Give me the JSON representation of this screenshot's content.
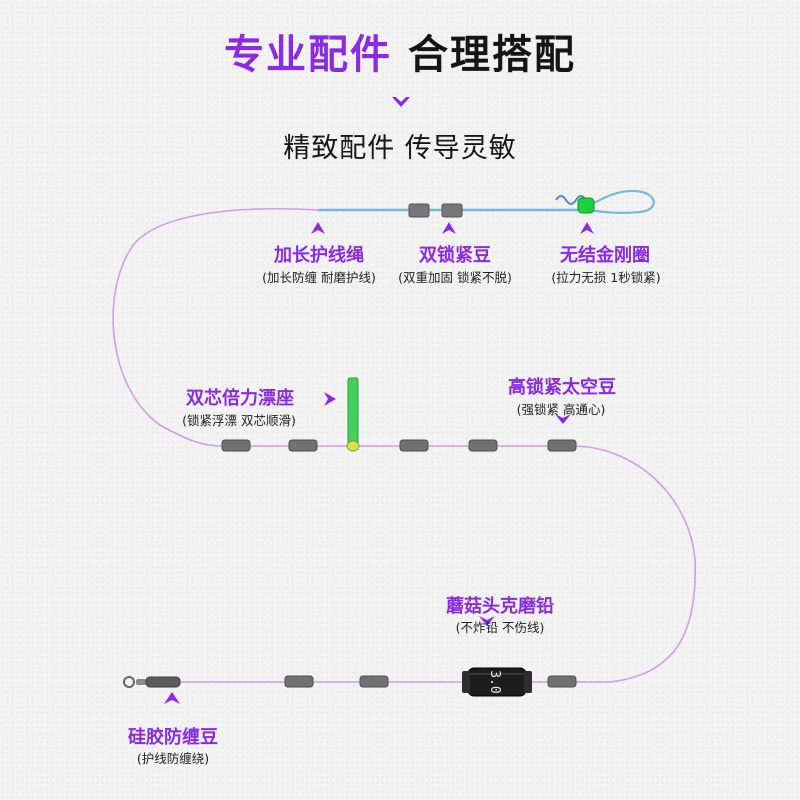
{
  "header": {
    "title_accent": "专业配件",
    "title_dark": "合理搭配",
    "subtitle": "精致配件 传导灵敏"
  },
  "colors": {
    "accent": "#8a2be2",
    "line_pink": "#d39be8",
    "line_blue": "#79b7d9",
    "bead_gray": "#6f6f6f",
    "float_green": "#43d15a",
    "stopper_green": "#1cd23c"
  },
  "parts": [
    {
      "name": "加长护线绳",
      "desc": "(加长防缠 耐磨护线)"
    },
    {
      "name": "双锁紧豆",
      "desc": "(双重加固 锁紧不脱)"
    },
    {
      "name": "无结金刚圈",
      "desc": "(拉力无损 1秒锁紧)"
    },
    {
      "name": "双芯倍力漂座",
      "desc": "(锁紧浮漂 双芯顺滑)"
    },
    {
      "name": "高锁紧太空豆",
      "desc": "(强锁紧 高通心)"
    },
    {
      "name": "蘑菇头克磨铅",
      "desc": "(不炸铅 不伤线)"
    },
    {
      "name": "硅胶防缠豆",
      "desc": "(护线防缠绕)"
    }
  ],
  "sinker_mark": "3.0"
}
